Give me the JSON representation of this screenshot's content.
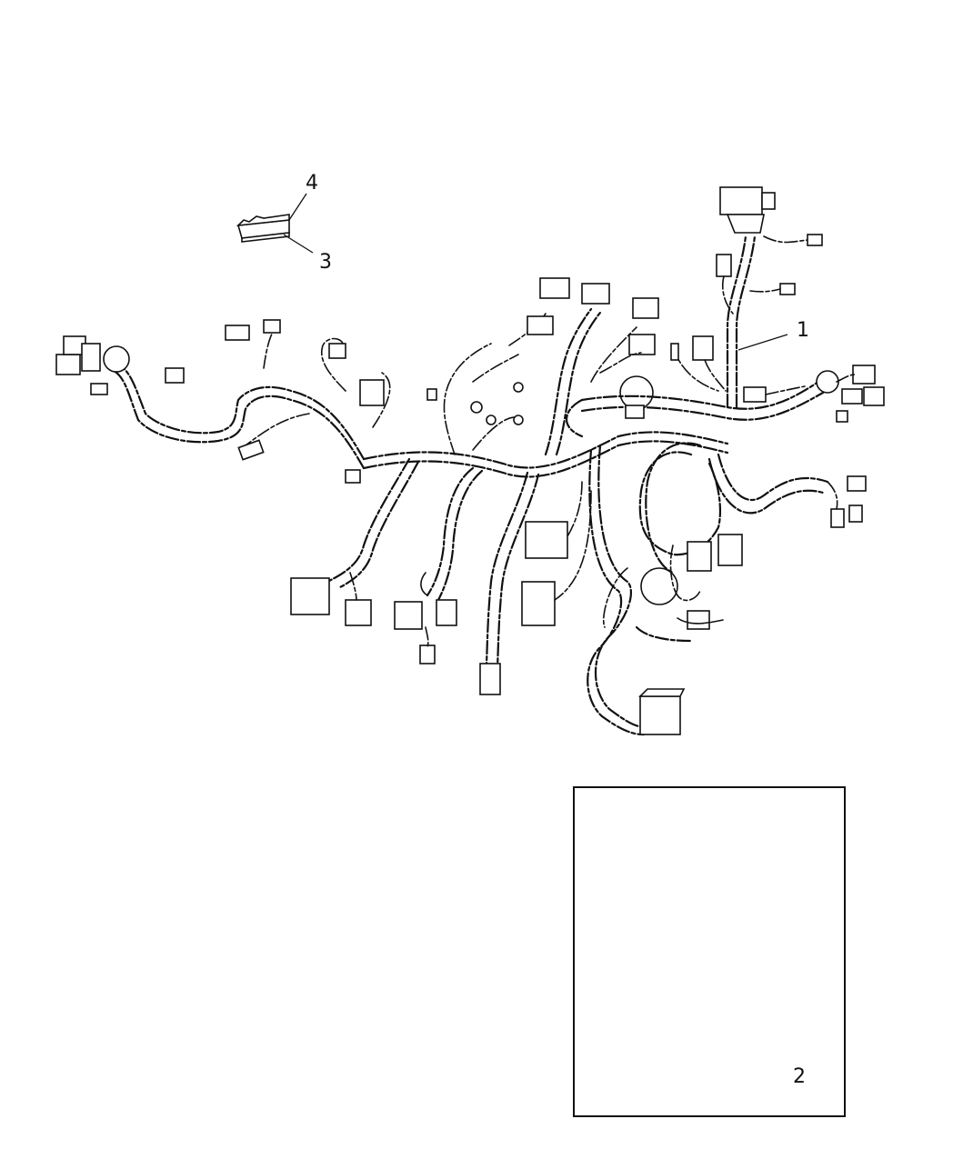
{
  "diagram": {
    "callouts": [
      {
        "id": "1",
        "label": "1"
      },
      {
        "id": "2",
        "label": "2"
      },
      {
        "id": "3",
        "label": "3"
      },
      {
        "id": "4",
        "label": "4"
      }
    ]
  },
  "colors": {
    "line": "#111111",
    "background": "#ffffff"
  }
}
